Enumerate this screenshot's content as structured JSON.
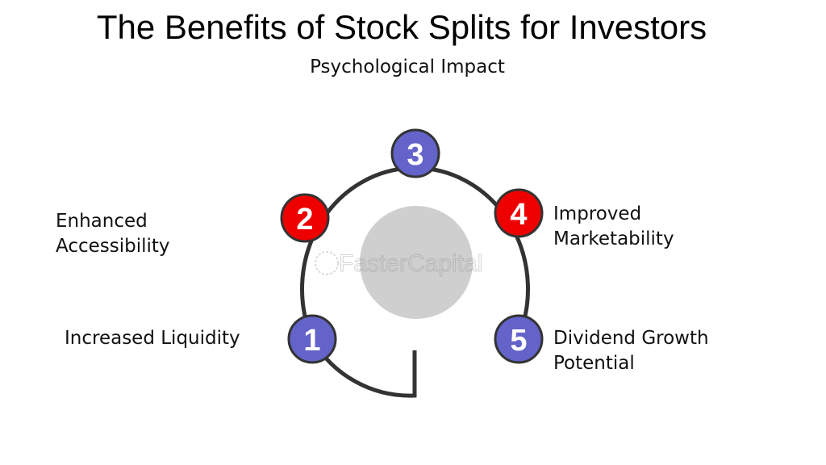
{
  "title": "The Benefits of Stock Splits for Investors",
  "center_topic": "Psychological Impact",
  "watermark": "FasterCapital",
  "nodes": [
    {
      "number": "1",
      "label_lines": [
        "Increased Liquidity"
      ],
      "color": "#6363c9"
    },
    {
      "number": "2",
      "label_lines": [
        "Enhanced",
        "Accessibility"
      ],
      "color": "#ee0000"
    },
    {
      "number": "3",
      "label_lines": [
        "Psychological Impact"
      ],
      "color": "#6363c9"
    },
    {
      "number": "4",
      "label_lines": [
        "Improved",
        "Marketability"
      ],
      "color": "#ee0000"
    },
    {
      "number": "5",
      "label_lines": [
        "Dividend Growth",
        "Potential"
      ],
      "color": "#6363c9"
    }
  ]
}
